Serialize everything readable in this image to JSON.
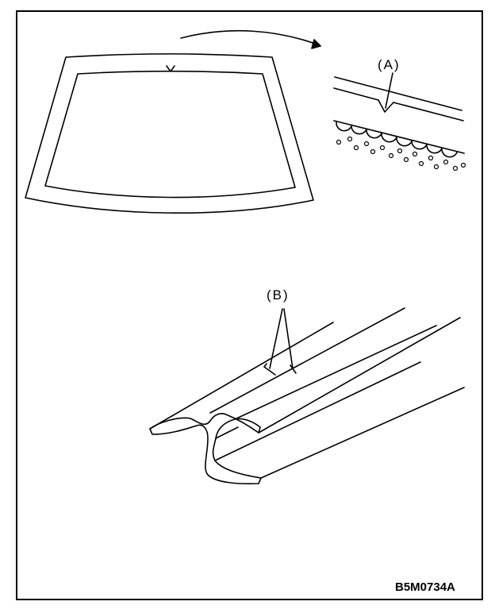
{
  "callouts": {
    "a": "(A)",
    "b": "(B)"
  },
  "figure_code": "B5M0734A",
  "colors": {
    "ink": "#000000",
    "paper": "#ffffff"
  }
}
